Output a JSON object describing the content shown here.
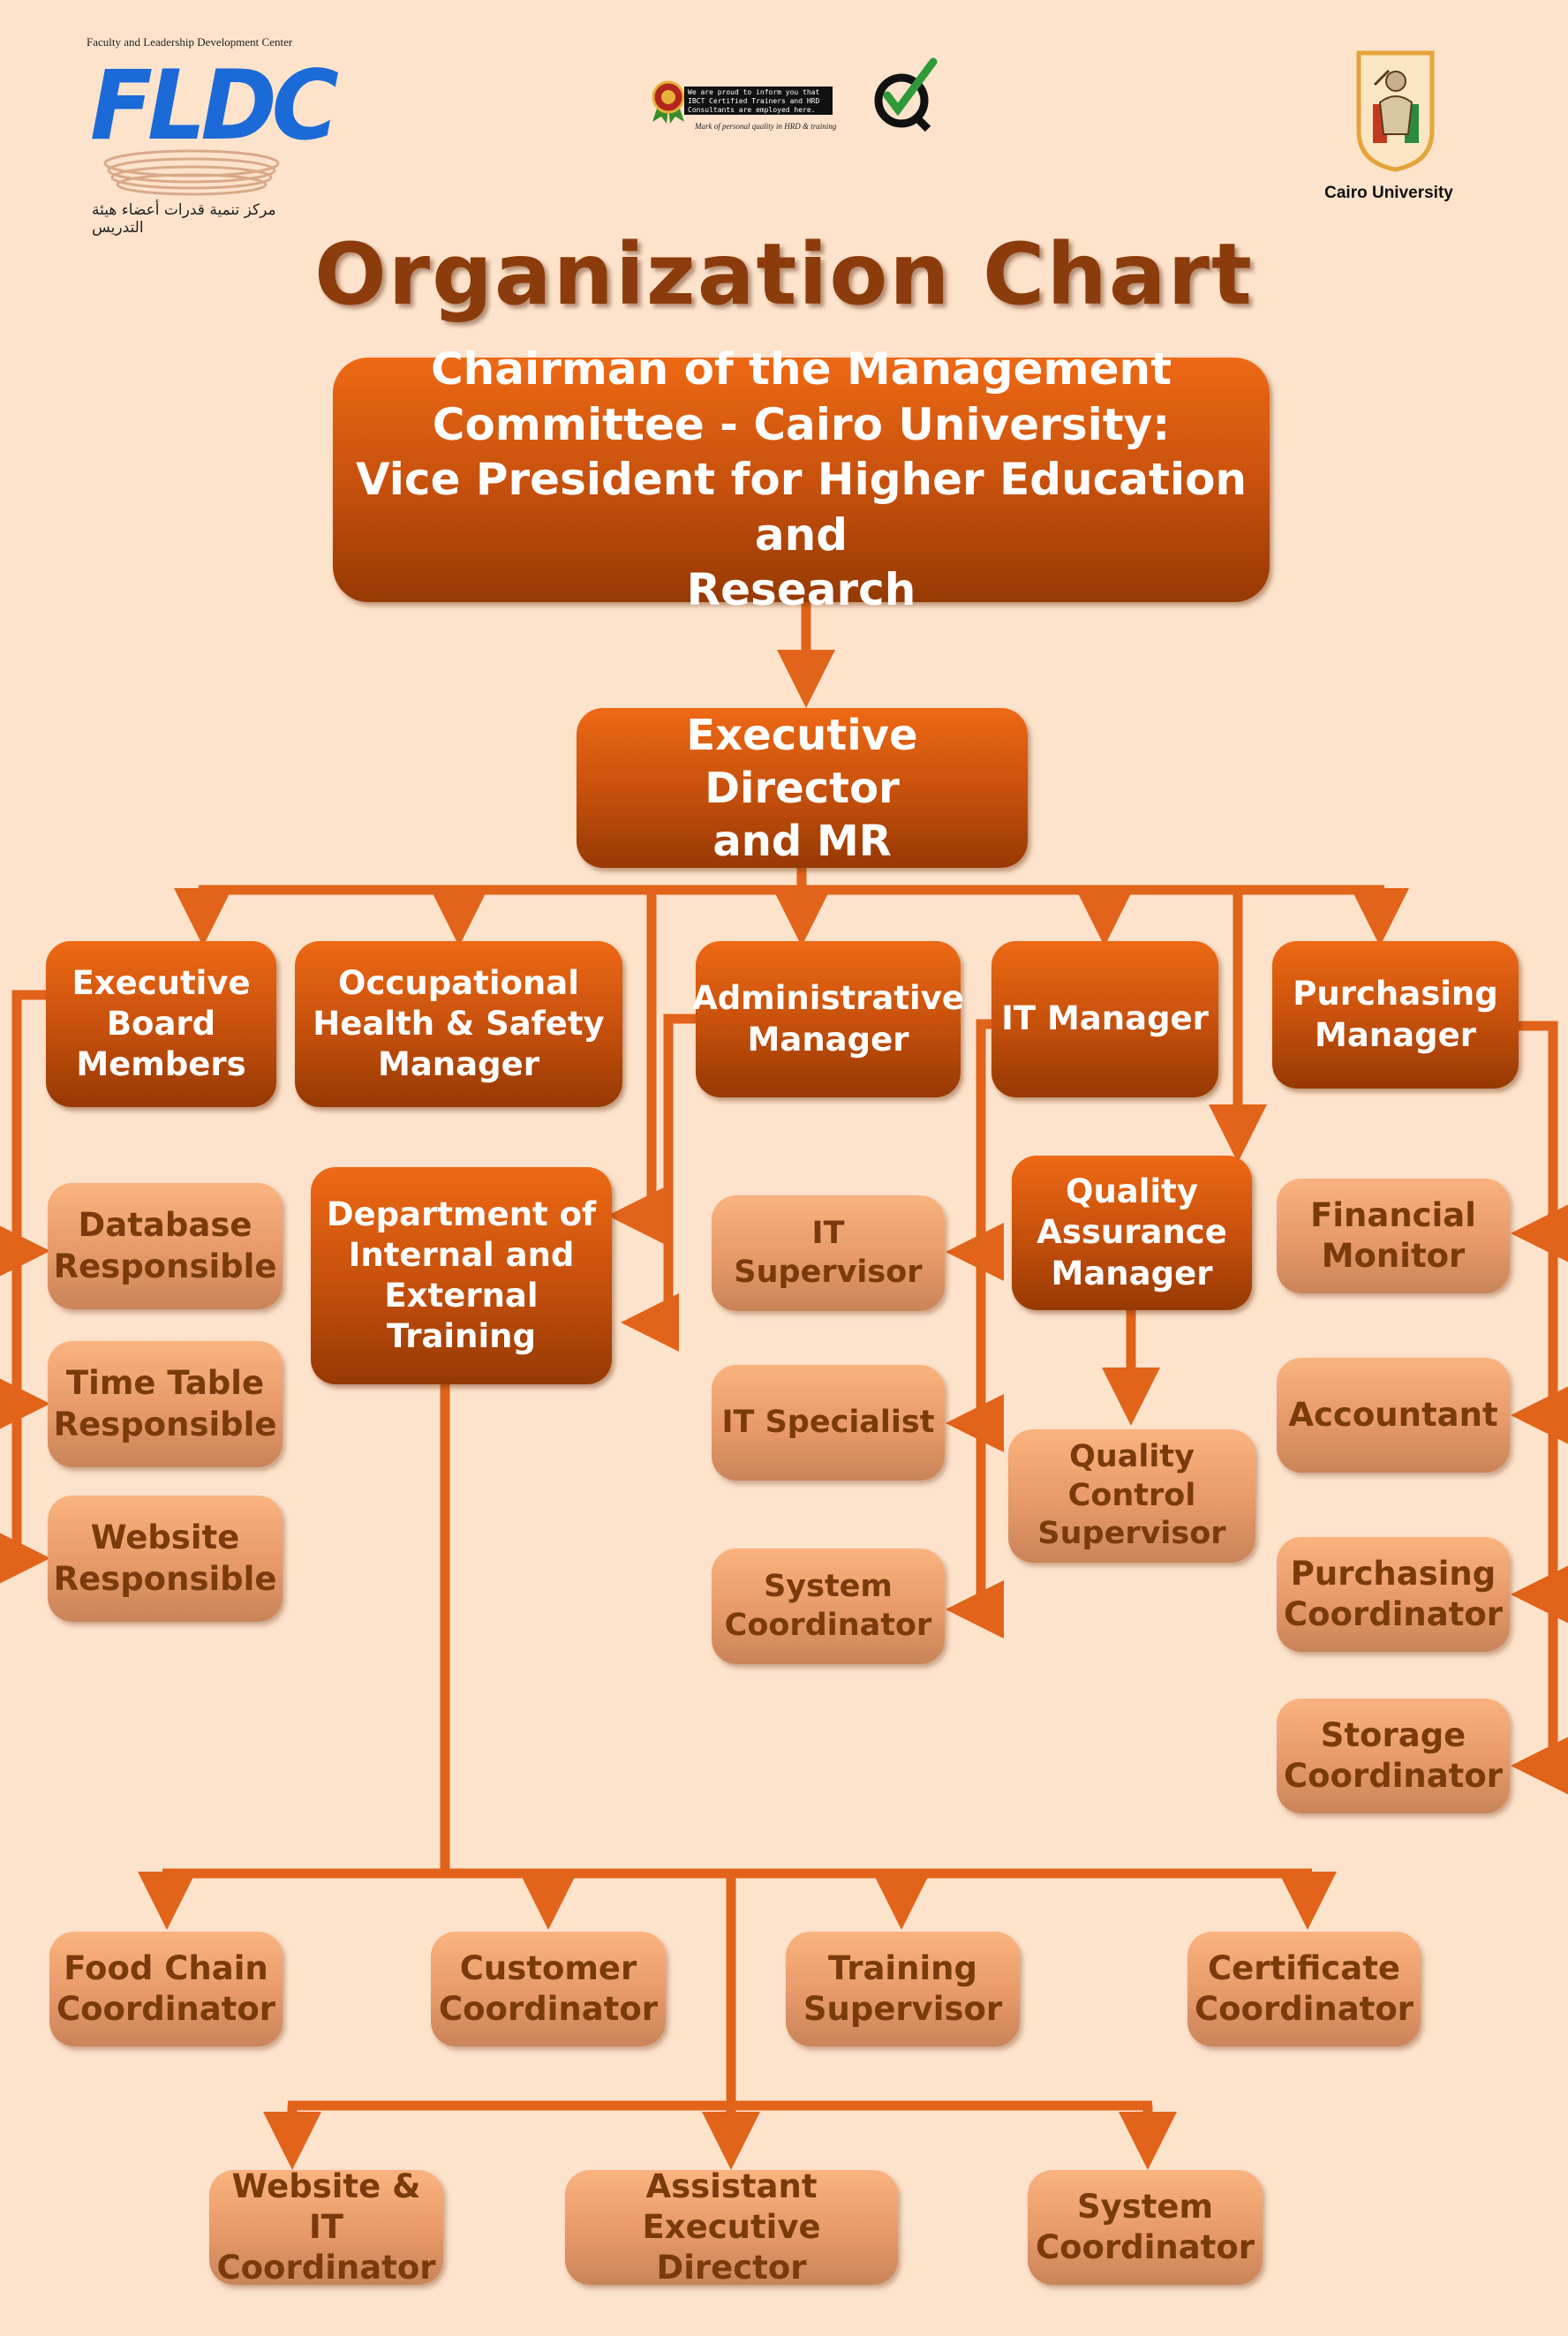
{
  "header": {
    "fldc_logo": {
      "top_text": "Faculty and Leadership Development Center",
      "wordmark": "FLDC",
      "arabic_text": "مركز تنمية قدرات أعضاء هيئة التدريس"
    },
    "quality_badge": {
      "text": "We are proud to inform you that IBCT Certified Trainers and HRD Consultants are employed here.",
      "caption": "Mark of personal quality in HRD & training"
    },
    "university_logo": {
      "label": "Cairo University"
    }
  },
  "title": "Organization Chart",
  "nodes": {
    "chairman": "Chairman of the Management\nCommittee - Cairo University:\nVice President for Higher Education and\nResearch",
    "exec_director": "Executive Director\nand MR",
    "exec_board": "Executive\nBoard\nMembers",
    "ohs_manager": "Occupational\nHealth & Safety\nManager",
    "admin_manager": "Administrative\nManager",
    "it_manager": "IT Manager",
    "purchasing_manager": "Purchasing\nManager",
    "database_resp": "Database\nResponsible",
    "timetable_resp": "Time Table\nResponsible",
    "website_resp": "Website\nResponsible",
    "training_dept": "Department of\nInternal and\nExternal Training",
    "it_supervisor": "IT Supervisor",
    "it_specialist": "IT Specialist",
    "system_coord_it": "System\nCoordinator",
    "qa_manager": "Quality\nAssurance\nManager",
    "qc_supervisor": "Quality\nControl\nSupervisor",
    "financial_monitor": "Financial\nMonitor",
    "accountant": "Accountant",
    "purchasing_coord": "Purchasing\nCoordinator",
    "storage_coord": "Storage\nCoordinator",
    "food_chain_coord": "Food Chain\nCoordinator",
    "customer_coord": "Customer\nCoordinator",
    "training_supervisor": "Training\nSupervisor",
    "certificate_coord": "Certificate\nCoordinator",
    "website_it_coord": "Website & IT\nCoordinator",
    "assistant_exec_director": "Assistant Executive\nDirector",
    "system_coord_training": "System\nCoordinator"
  },
  "colors": {
    "background": "#fde3cc",
    "connector": "#e2631a",
    "primary_box": "#c44f0c",
    "secondary_box": "#e89969",
    "title_text": "#8c3c0c"
  }
}
